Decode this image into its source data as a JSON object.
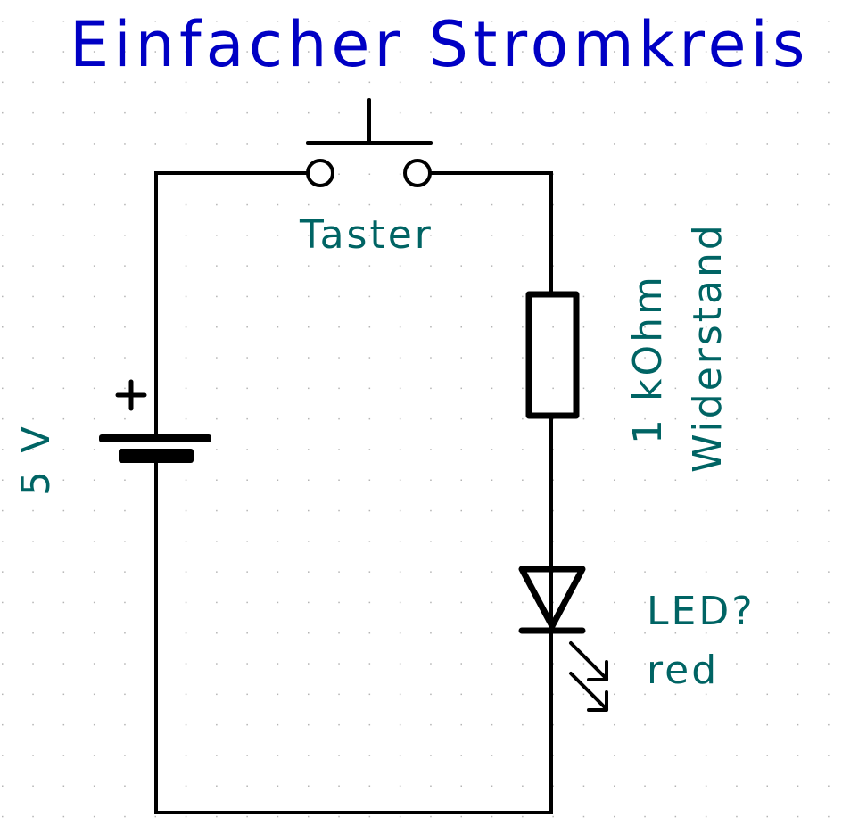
{
  "title": "Einfacher Stromkreis",
  "colors": {
    "title": "#0000c4",
    "label": "#006464",
    "wire": "#000000",
    "grid": "#b4b4b4",
    "background": "#ffffff"
  },
  "components": {
    "battery": {
      "value": "5 V",
      "polarity_mark": "+"
    },
    "switch": {
      "name": "Taster"
    },
    "resistor": {
      "value": "1 kOhm",
      "name": "Widerstand"
    },
    "led": {
      "reference": "LED?",
      "value": "red"
    }
  }
}
